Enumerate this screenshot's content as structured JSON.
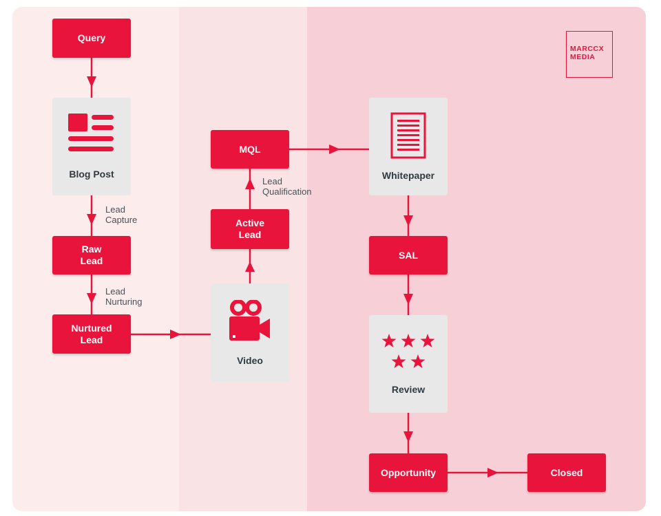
{
  "colors": {
    "brand_red": "#e8143c",
    "card_grey": "#e8e8e8",
    "text_dark": "#2f3b40"
  },
  "logo": {
    "text": "MARCCX\nMEDIA"
  },
  "nodes": {
    "query": "Query",
    "blog_post": "Blog Post",
    "raw_lead": "Raw\nLead",
    "nurtured_lead": "Nurtured\nLead",
    "video": "Video",
    "active_lead": "Active\nLead",
    "mql": "MQL",
    "whitepaper": "Whitepaper",
    "sal": "SAL",
    "review": "Review",
    "opportunity": "Opportunity",
    "closed": "Closed"
  },
  "icons": {
    "blog_post": "document-layout-icon",
    "video": "video-camera-icon",
    "whitepaper": "whitepaper-icon",
    "review": "five-stars-icon"
  },
  "edge_labels": {
    "lead_capture": "Lead\nCapture",
    "lead_nurturing": "Lead\nNurturing",
    "lead_qualification": "Lead\nQualification"
  }
}
